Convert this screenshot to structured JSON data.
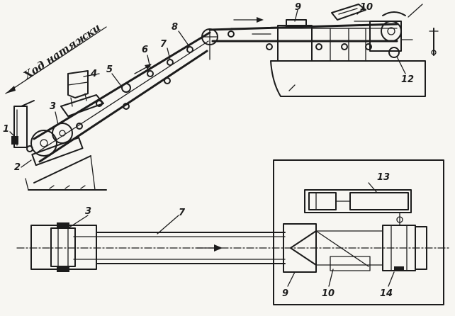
{
  "caption": "Ход натяжки",
  "labels": {
    "n1": "1",
    "n2": "2",
    "n3_top": "3",
    "n4": "4",
    "n5": "5",
    "n6": "6",
    "n7_top": "7",
    "n8": "8",
    "n9_top": "9",
    "n10_top": "10",
    "n12": "12",
    "n3_plan": "3",
    "n7_plan": "7",
    "n9_plan": "9",
    "n10_plan": "10",
    "n13": "13",
    "n14": "14"
  },
  "colors": {
    "ink": "#1c1c1c",
    "paper": "#f7f6f2"
  }
}
